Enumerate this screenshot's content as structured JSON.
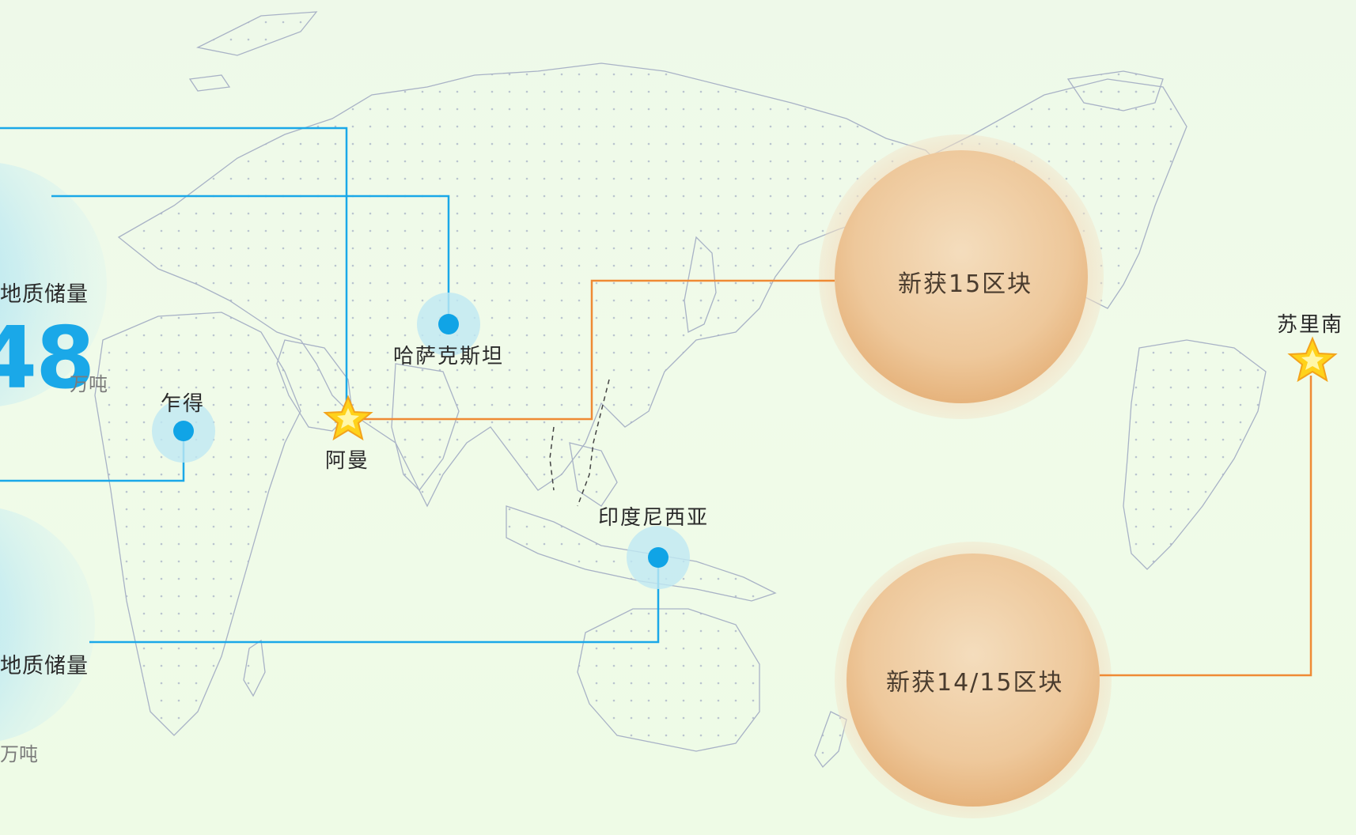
{
  "locations": {
    "kazakhstan": "哈萨克斯坦",
    "chad": "乍得",
    "oman": "阿曼",
    "indonesia": "印度尼西亚",
    "suriname": "苏里南"
  },
  "left_panel": {
    "upper_label": "地质储量",
    "upper_value": "48",
    "upper_unit": "万吨",
    "lower_label": "地质储量",
    "lower_unit": "万吨"
  },
  "bubbles": {
    "top": "新获15区块",
    "bottom": "新获14/15区块"
  },
  "colors": {
    "connector_blue": "#1aa8e8",
    "connector_orange": "#ef8a34",
    "star_fill": "#ffd21a",
    "bubble_orange": "#e8b37a"
  }
}
